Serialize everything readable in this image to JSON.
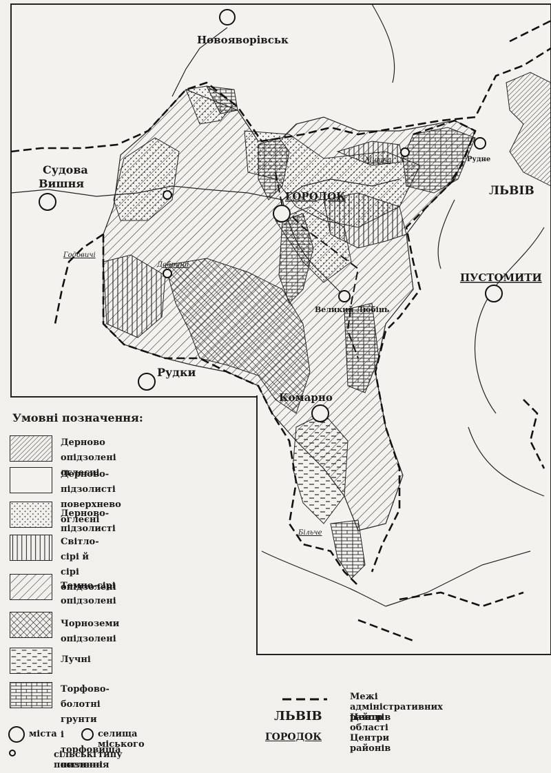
{
  "places": {
    "novoiavorivsk": "Новояворівськ",
    "sudova_vyshnia_1": "Судова",
    "sudova_vyshnia_2": "Вишня",
    "horodok": "ГОРОДОК",
    "lviv": "ЛЬВІВ",
    "pustomyty": "ПУСТОМИТИ",
    "rudne": "Рудне",
    "mshana": "Мшана",
    "velykyi_liubin": "Великий Любінь",
    "dobriany": "Добряни",
    "hodovychi": "Годовичі",
    "rudky": "Рудки",
    "komarno": "Комарно",
    "bilche": "Більче"
  },
  "legend": {
    "title": "Умовні позначення:",
    "soils": [
      {
        "line1": "Дерново опідзолені",
        "line2": "оглеєні",
        "pattern": "hatch-dense"
      },
      {
        "line1": "Дерново-підзолисті",
        "line2": "поверхнево оглеєні",
        "pattern": "blank"
      },
      {
        "line1": "Дерново-підзолисті",
        "line2": "",
        "pattern": "dots"
      },
      {
        "line1": "Світло-сірі й",
        "line2": "сірі опідзолені",
        "pattern": "vertical"
      },
      {
        "line1": "Темно-сірі опідзолені",
        "line2": "",
        "pattern": "diagonal"
      },
      {
        "line1": "Чорноземи опідзолені",
        "line2": "",
        "pattern": "crosshatch"
      },
      {
        "line1": "Лучні",
        "line2": "",
        "pattern": "dashes"
      },
      {
        "line1": "Торфово-болотні грунти",
        "line2": "і торфовища низинні",
        "pattern": "bricks"
      }
    ],
    "settlements": {
      "cities": "міста",
      "towns": "селища міського типу",
      "villages": "сільські поселення"
    },
    "admin": {
      "boundary": "Межі адміністративних районів",
      "region_center_sample": "ЛЬВІВ",
      "region_center": "Центр області",
      "district_center_sample": "ГОРОДОК",
      "district_centers": "Центри районів"
    }
  },
  "colors": {
    "ink": "#1a1a1a",
    "paper": "#f2f0ec"
  }
}
